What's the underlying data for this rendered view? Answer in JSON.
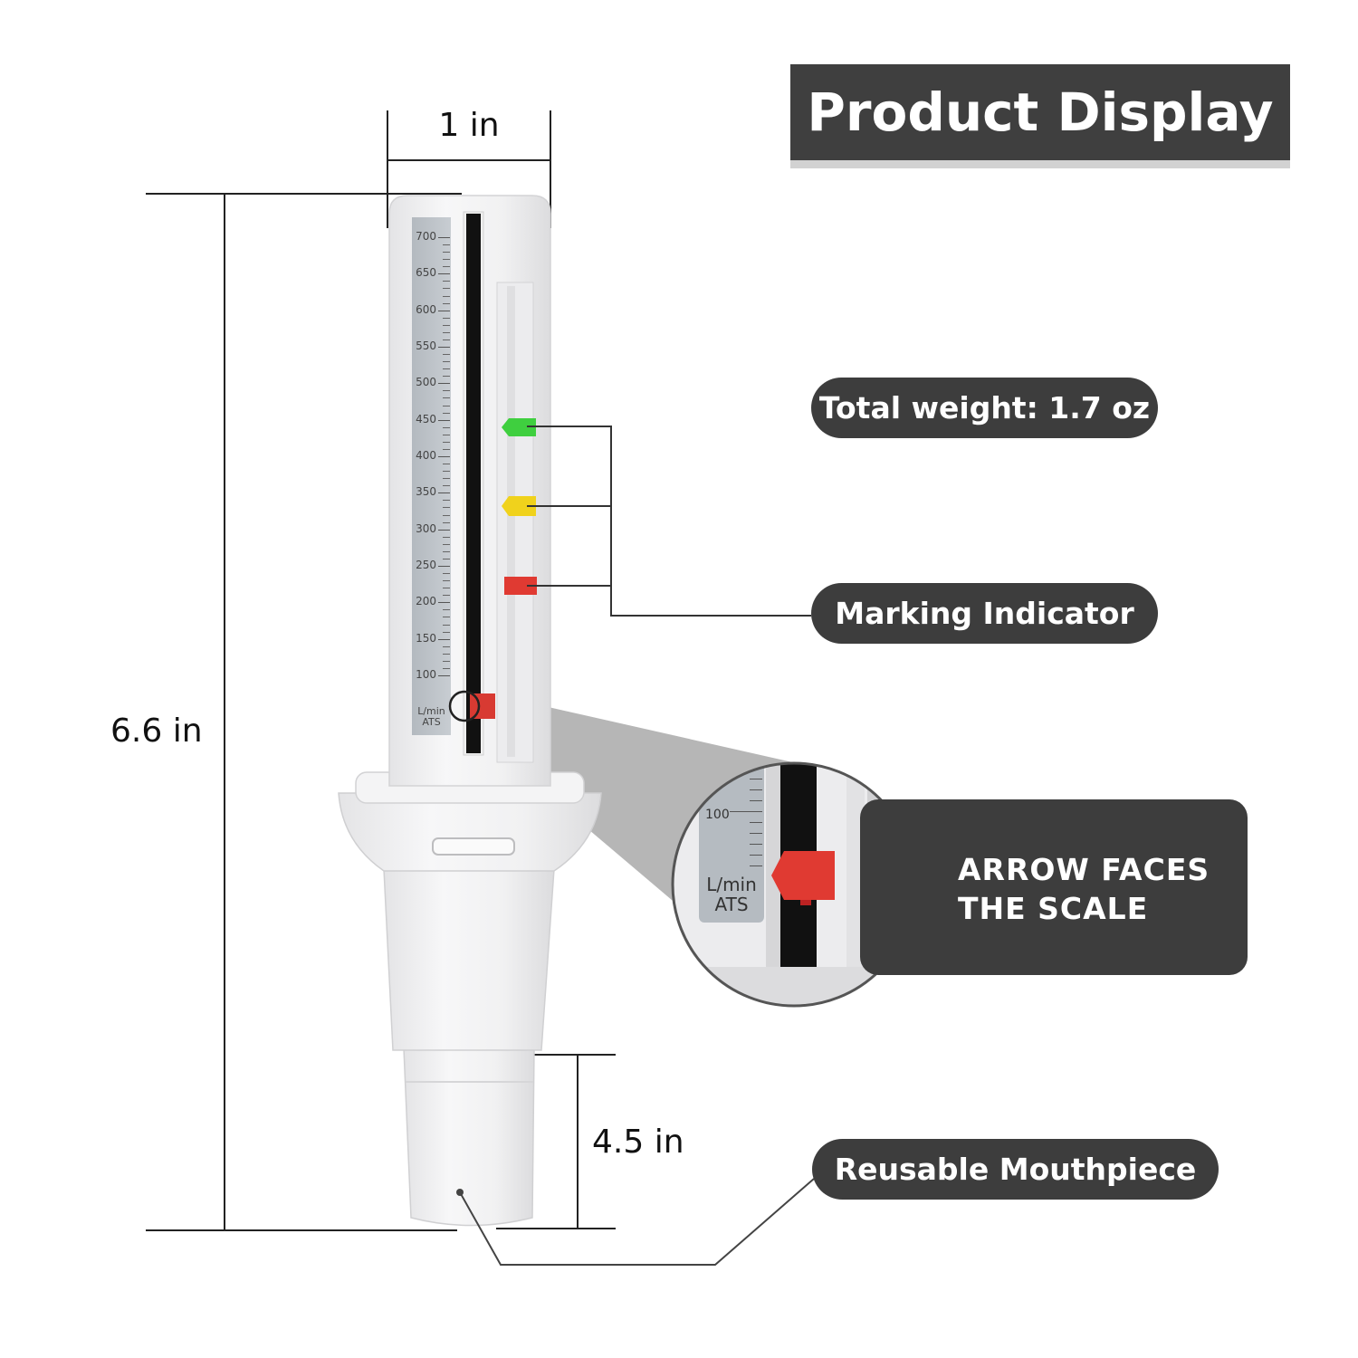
{
  "title": "Product Display",
  "labels": {
    "weight": "Total weight: 1.7 oz",
    "marking": "Marking Indicator",
    "mouthpiece": "Reusable Mouthpiece",
    "arrow_line1": "ARROW FACES",
    "arrow_line2": "THE SCALE"
  },
  "dimensions": {
    "width": "1 in",
    "height": "6.6 in",
    "mouthpiece_height": "4.5 in"
  },
  "scale": {
    "ticks": [
      "700",
      "650",
      "600",
      "550",
      "500",
      "450",
      "400",
      "350",
      "300",
      "250",
      "200",
      "150",
      "100"
    ],
    "unit_line1": "L/min",
    "unit_line2": "ATS"
  },
  "zoom": {
    "tick": "100",
    "unit_line1": "L/min",
    "unit_line2": "ATS"
  },
  "colors": {
    "dark_box": "#3d3d3d",
    "marker_green": "#3fcf3f",
    "marker_yellow": "#f0d21c",
    "marker_red": "#e03a32"
  }
}
